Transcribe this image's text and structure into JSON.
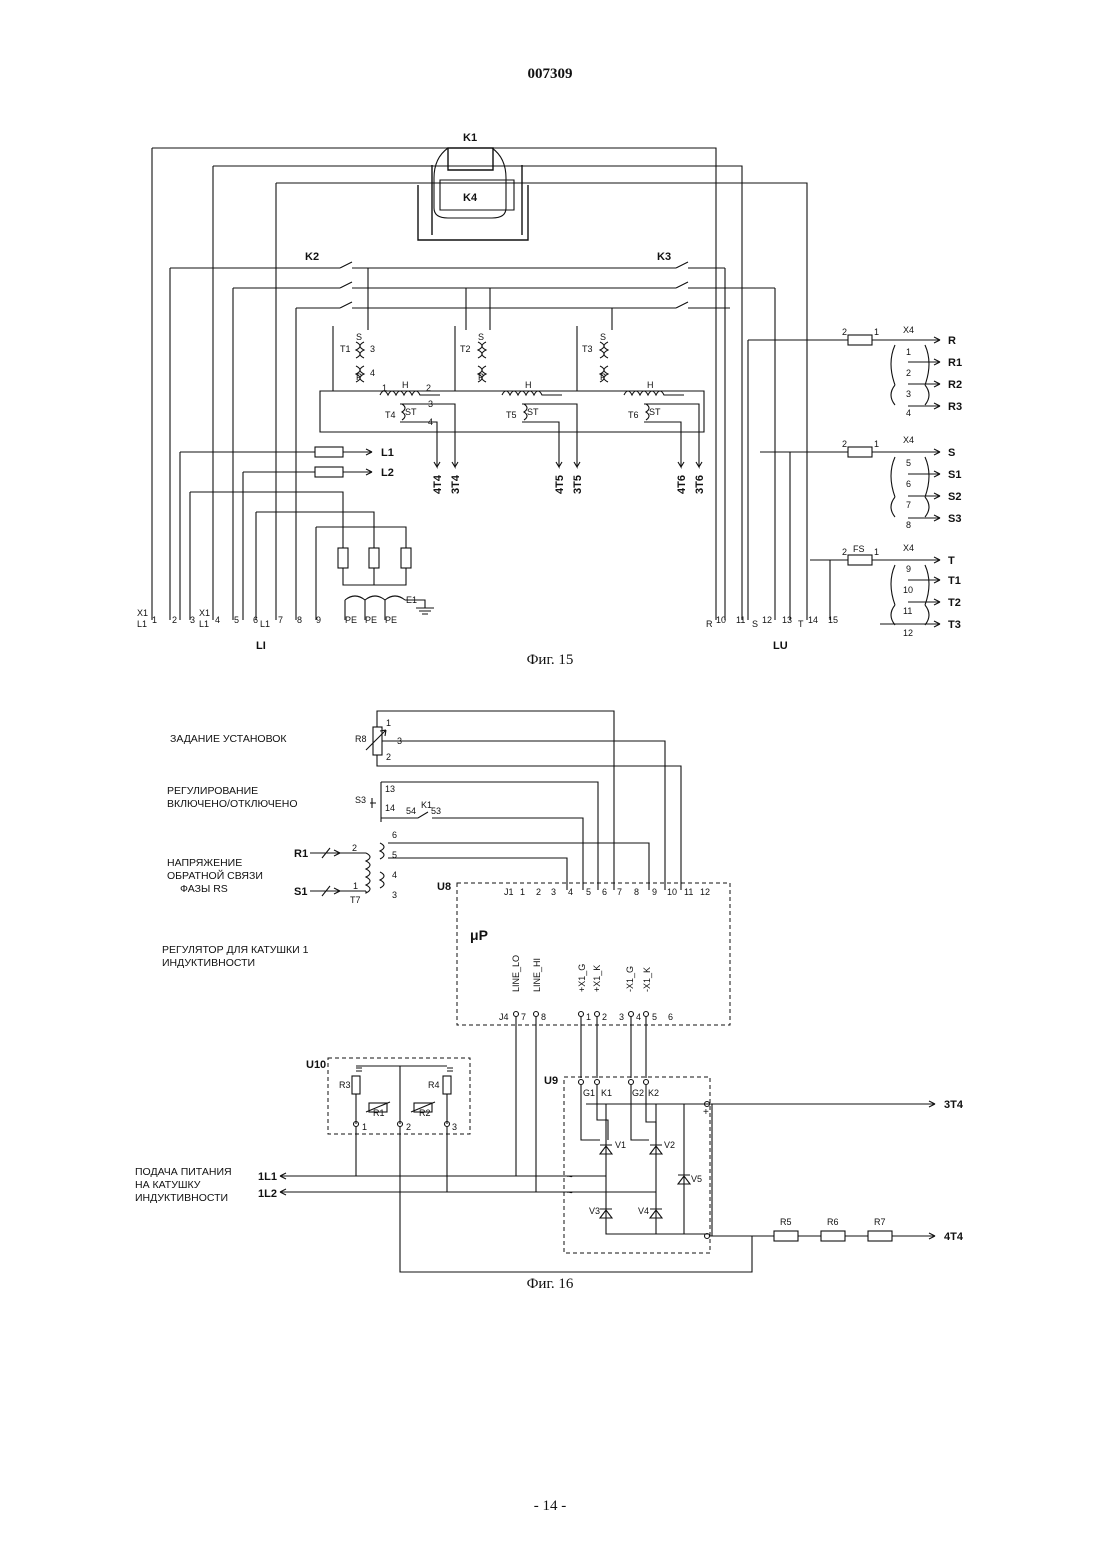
{
  "header": {
    "doc_number": "007309"
  },
  "fig15": {
    "caption": "Фиг. 15",
    "contactors": {
      "k1": "K1",
      "k4": "K4",
      "k2": "K2",
      "k3": "K3"
    },
    "transformers": {
      "t1": "T1",
      "t2": "T2",
      "t3": "T3",
      "t4": "T4",
      "t5": "T5",
      "t6": "T6",
      "s": "S",
      "p": "P",
      "st": "ST",
      "h": "H",
      "n1": "1",
      "n2": "2",
      "n3": "3",
      "n4": "4"
    },
    "outputs": [
      "4T4",
      "3T4",
      "4T5",
      "3T5",
      "4T6",
      "3T6"
    ],
    "fuse_labels": {
      "fs": "FS",
      "x4": "X4"
    },
    "lines": {
      "l1": "L1",
      "l2": "L2",
      "e1": "E1"
    },
    "right_terminals": [
      "R",
      "R1",
      "R2",
      "R3",
      "S",
      "S1",
      "S2",
      "S3",
      "T",
      "T1",
      "T2",
      "T3"
    ],
    "strip_numbers": [
      "1",
      "2",
      "3",
      "4",
      "5",
      "6",
      "7",
      "8",
      "9",
      "10",
      "11",
      "12"
    ],
    "left_block": {
      "name": "LI",
      "x1": "X1",
      "l1": "L1",
      "terminals": [
        "1",
        "2",
        "3",
        "4",
        "5",
        "6",
        "7",
        "8",
        "9"
      ],
      "pe": "PE"
    },
    "right_block": {
      "name": "LU",
      "pins": [
        "10",
        "11",
        "12",
        "13",
        "14",
        "15"
      ],
      "r": "R",
      "s": "S",
      "t": "T"
    }
  },
  "fig16": {
    "caption": "Фиг. 16",
    "texts": {
      "setpoint": "ЗАДАНИЕ УСТАНОВОК",
      "regulation_1": "РЕГУЛИРОВАНИЕ",
      "regulation_2": "ВКЛЮЧЕНО/ОТКЛЮЧЕНО",
      "feedback_1": "НАПРЯЖЕНИЕ",
      "feedback_2": "ОБРАТНОЙ СВЯЗИ",
      "feedback_3": "ФАЗЫ RS",
      "regulator_1": "РЕГУЛЯТОР ДЛЯ КАТУШКИ 1",
      "regulator_2": "ИНДУКТИВНОСТИ",
      "supply_1": "ПОДАЧА ПИТАНИЯ",
      "supply_2": "НА КАТУШКУ",
      "supply_3": "ИНДУКТИВНОСТИ"
    },
    "components": {
      "r8": "R8",
      "s3": "S3",
      "k1": "K1",
      "t7": "T7",
      "u8": "U8",
      "u9": "U9",
      "u10": "U10",
      "mp": "μP",
      "r1": "R1",
      "s1": "S1",
      "il1": "1L1",
      "il2": "1L2",
      "r3": "R3",
      "r4": "R4",
      "rr1": "R1",
      "rr2": "R2",
      "r5": "R5",
      "r6": "R6",
      "r7": "R7",
      "v1": "V1",
      "v2": "V2",
      "v3": "V3",
      "v4": "V4",
      "v5": "V5",
      "g1": "G1",
      "k1pin": "K1",
      "g2": "G2",
      "k2pin": "K2",
      "out_3t4": "3T4",
      "out_4t4": "4T4",
      "n13": "13",
      "n14": "14",
      "n54": "54",
      "n53": "53",
      "n6": "6",
      "n5": "5",
      "n4": "4",
      "n3": "3",
      "n2": "2",
      "n1": "1",
      "plus": "+"
    },
    "u8_top_pins": [
      "J1",
      "1",
      "2",
      "3",
      "4",
      "5",
      "6",
      "7",
      "8",
      "9",
      "10",
      "11",
      "12"
    ],
    "u8_signals": [
      "LINE_LO",
      "LINE_HI",
      "+X1_G",
      "+X1_K",
      "-X1_G",
      "-X1_K"
    ],
    "u8_bottom_pins": [
      "J4",
      "7",
      "8",
      "1",
      "2",
      "3",
      "4",
      "5",
      "6"
    ]
  },
  "footer": {
    "page": "- 14 -"
  }
}
